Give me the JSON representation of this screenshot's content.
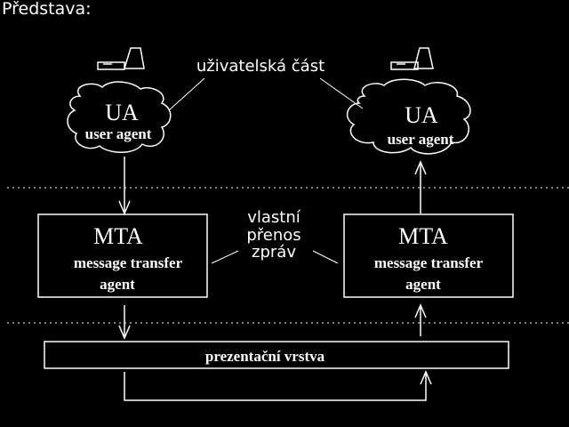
{
  "title": "Představa:",
  "user_part_label": "uživatelská část",
  "transfer_label_lines": [
    "vlastní",
    "přenos",
    "zpráv"
  ],
  "left_ua": {
    "title": "UA",
    "subtitle": "user agent"
  },
  "right_ua": {
    "title": "UA",
    "subtitle": "user agent"
  },
  "left_mta": {
    "title": "MTA",
    "line1": "message transfer",
    "line2": "agent"
  },
  "right_mta": {
    "title": "MTA",
    "line1": "message transfer",
    "line2": "agent"
  },
  "presentation_label": "prezentační vrstva",
  "colors": {
    "background": "#000000",
    "foreground": "#ffffff"
  },
  "icons": [
    "computer-icon",
    "computer-icon"
  ]
}
